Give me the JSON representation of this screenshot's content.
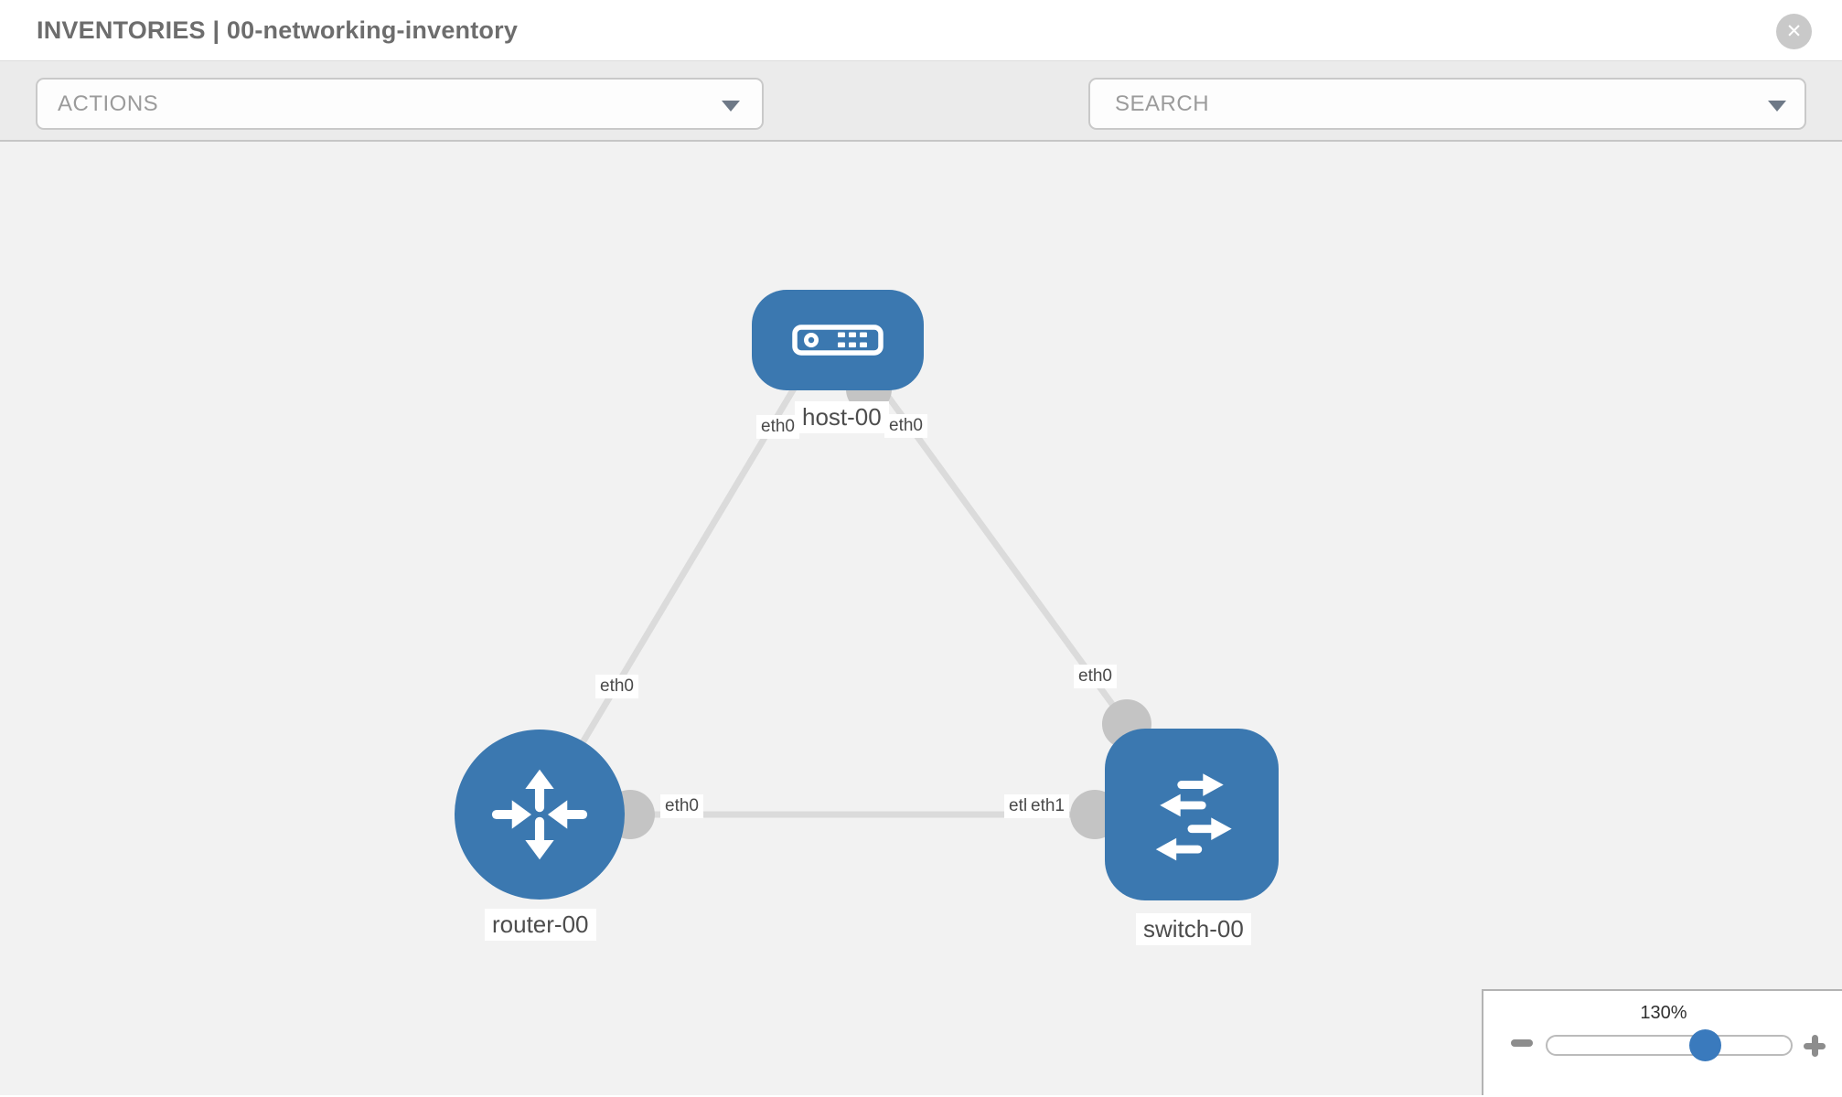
{
  "header": {
    "title": "INVENTORIES | 00-networking-inventory",
    "close_glyph": "✕"
  },
  "toolbar": {
    "actions_placeholder": "ACTIONS",
    "search_placeholder": "SEARCH",
    "icons": [
      "wrench-icon",
      "key-icon"
    ]
  },
  "topology": {
    "nodes": [
      {
        "id": "host-00",
        "type": "host",
        "label": "host-00"
      },
      {
        "id": "router-00",
        "type": "router",
        "label": "router-00"
      },
      {
        "id": "switch-00",
        "type": "switch",
        "label": "switch-00"
      }
    ],
    "links": [
      {
        "from": "host-00",
        "to": "router-00",
        "from_iface": "eth0",
        "to_iface": "eth0"
      },
      {
        "from": "host-00",
        "to": "switch-00",
        "from_iface": "eth0",
        "to_iface": "eth0"
      },
      {
        "from": "router-00",
        "to": "switch-00",
        "from_iface": "eth0",
        "to_iface": "eth1"
      }
    ],
    "interface_labels": {
      "host_left": "eth0",
      "host_right": "eth0",
      "router_host_end": "eth0",
      "router_switch_end": "eth0",
      "switch_host_end": "eth0",
      "switch_router_end_under": "eth0",
      "switch_router_end": "eth1"
    }
  },
  "zoom_control": {
    "level": "130%"
  },
  "colors": {
    "node_blue": "#3b78b0",
    "link_gray": "#dbdbdb",
    "port_gray": "#c4c4c4",
    "handle_blue": "#3a7abd",
    "toolbar_bg": "#ebebeb",
    "canvas_bg": "#f2f2f2"
  }
}
